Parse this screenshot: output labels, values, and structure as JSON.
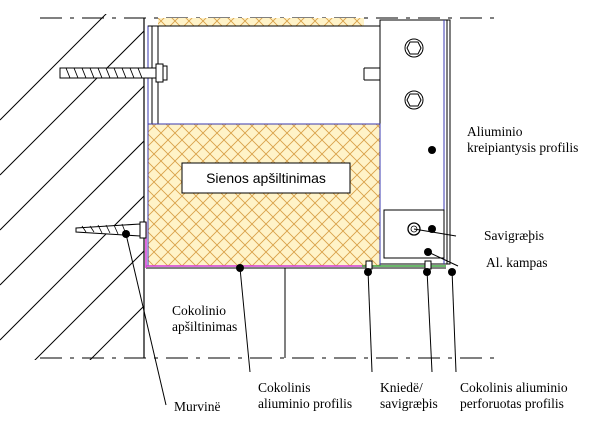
{
  "diagram": {
    "labels": {
      "aluminium_guide_profile": [
        "Aliuminio",
        "kreipiantysis profilis"
      ],
      "wall_insulation": "Sienos apšiltinimas",
      "self_tapping_screw": "Savigræþis",
      "al_corner": "Al. kampas",
      "plinth_insulation": [
        "Cokolinio",
        "apšiltinimas"
      ],
      "dowel": "Murvinë",
      "plinth_aluminium_profile": [
        "Cokolinis",
        "aliuminio profilis"
      ],
      "rivet_or_screw": [
        "Kniedë/",
        "savigræþis"
      ],
      "plinth_perforated_profile": [
        "Cokolinis aliuminio",
        "perforuotas profilis"
      ]
    },
    "colors": {
      "line": "#000000",
      "blue_outline": "#3a3ab0",
      "insulation_fill": "#fff3c8",
      "insulation_hatch": "#d9a24a",
      "magenta": "#d43cd4",
      "green": "#3aa03a"
    }
  }
}
